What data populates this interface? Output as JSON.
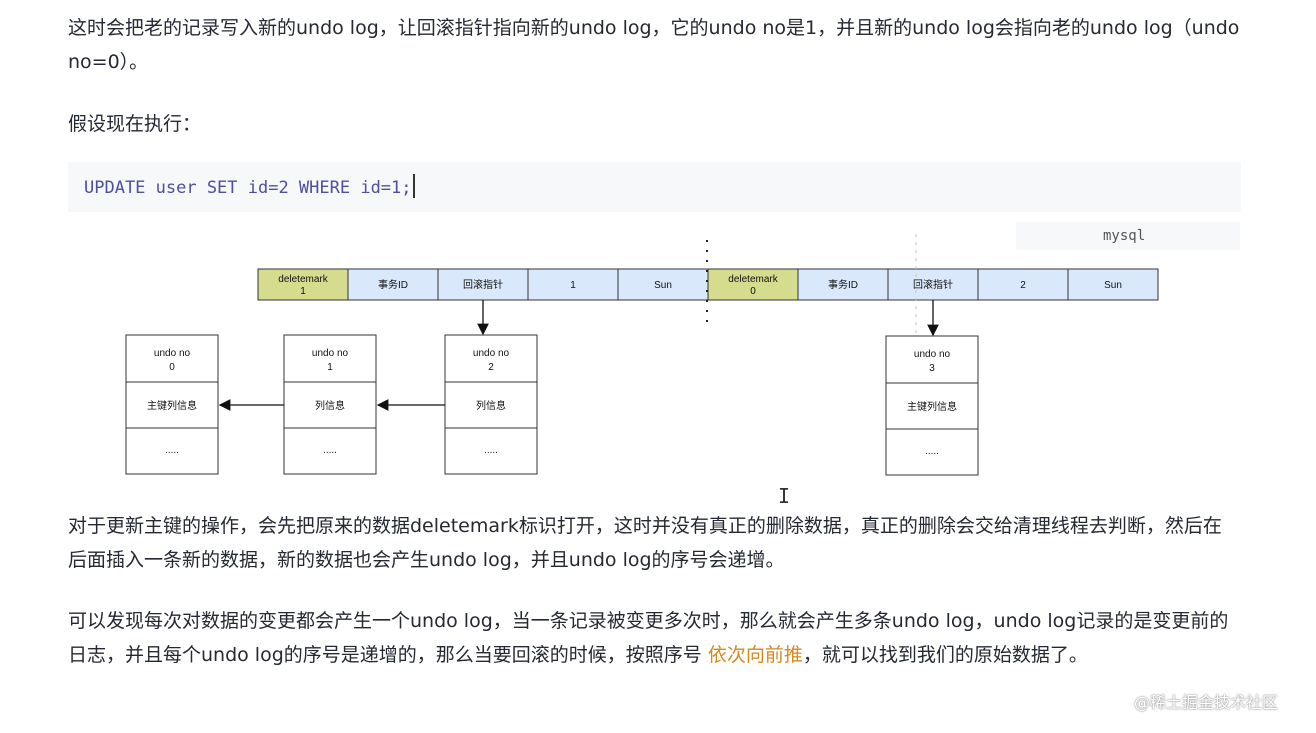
{
  "paragraphs": {
    "p1": "这时会把老的记录写入新的undo log，让回滚指针指向新的undo log，它的undo no是1，并且新的undo log会指向老的undo log（undo no=0）。",
    "p2": "假设现在执行：",
    "p3": "对于更新主键的操作，会先把原来的数据deletemark标识打开，这时并没有真正的删除数据，真正的删除会交给清理线程去判断，然后在后面插入一条新的数据，新的数据也会产生undo log，并且undo log的序号会递增。",
    "p4_before": "可以发现每次对数据的变更都会产生一个undo log，当一条记录被变更多次时，那么就会产生多条undo log，undo log记录的是变更前的日志，并且每个undo log的序号是递增的，那么当要回滚的时候，按照序号 ",
    "p4_highlight": "依次向前推",
    "p4_after": "，就可以找到我们的原始数据了。"
  },
  "code": {
    "line": "UPDATE user SET id=2 WHERE id=1;",
    "language": "mysql"
  },
  "diagram": {
    "old_row": {
      "deletemark_label": "deletemark",
      "deletemark_value": "1",
      "cells": [
        "事务ID",
        "回滚指针",
        "1",
        "Sun"
      ]
    },
    "new_row": {
      "deletemark_label": "deletemark",
      "deletemark_value": "0",
      "cells": [
        "事务ID",
        "回滚指针",
        "2",
        "Sun"
      ]
    },
    "undo_logs": [
      {
        "label": "undo no",
        "no": "0",
        "info": "主键列信息",
        "more": "....."
      },
      {
        "label": "undo no",
        "no": "1",
        "info": "列信息",
        "more": "....."
      },
      {
        "label": "undo no",
        "no": "2",
        "info": "列信息",
        "more": "....."
      },
      {
        "label": "undo no",
        "no": "3",
        "info": "主键列信息",
        "more": "....."
      }
    ]
  },
  "watermark": "@稀土掘金技术社区",
  "colors": {
    "deletemark_fill": "#d6dc8e",
    "cell_fill": "#dae8fc",
    "highlight": "#d48a1e"
  }
}
